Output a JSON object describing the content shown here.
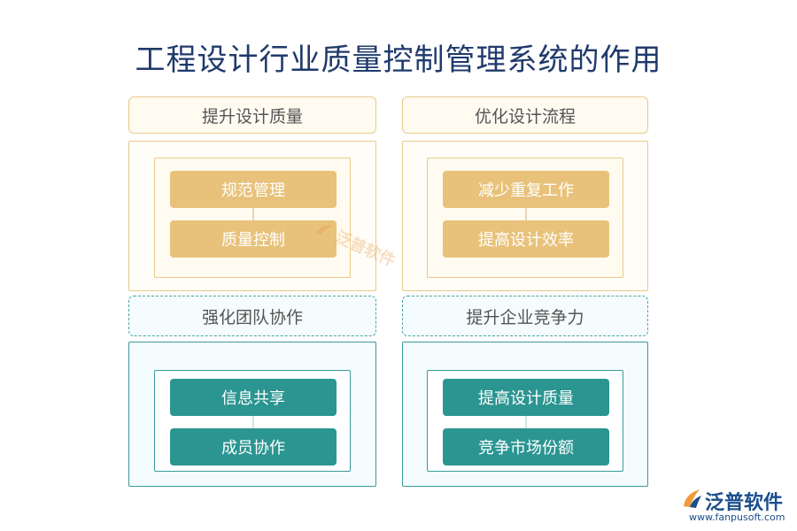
{
  "title": "工程设计行业质量控制管理系统的作用",
  "sections": [
    {
      "header": "提升设计质量",
      "items": [
        "规范管理",
        "质量控制"
      ]
    },
    {
      "header": "优化设计流程",
      "items": [
        "减少重复工作",
        "提高设计效率"
      ]
    },
    {
      "header": "强化团队协作",
      "items": [
        "信息共享",
        "成员协作"
      ]
    },
    {
      "header": "提升企业竞争力",
      "items": [
        "提高设计质量",
        "竞争市场份额"
      ]
    }
  ],
  "watermark": "泛普软件",
  "logo": {
    "name": "泛普软件",
    "url": "www.fanpusoft.com"
  },
  "colors": {
    "gold": "#e8c27a",
    "teal": "#2b9591",
    "title": "#1f3a6b"
  }
}
